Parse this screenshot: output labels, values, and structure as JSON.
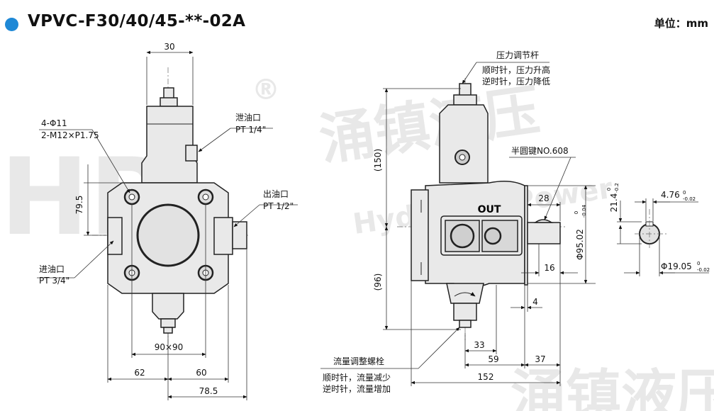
{
  "header": {
    "title": "VPVC-F30/40/45-**-02A",
    "unit": "单位：mm"
  },
  "watermark": {
    "cn": "涌镇液压",
    "en": "Hydraulic Power",
    "registered": "®"
  },
  "front_view": {
    "dims": {
      "top_width": "30",
      "height_79_5": "79.5",
      "bolt_square": "90×90",
      "left_62": "62",
      "right_60": "60",
      "right_78_5": "78.5"
    },
    "labels": {
      "holes_line1": "4-Φ11",
      "holes_line2": "2-M12×P1.75",
      "drain_name": "泄油口",
      "drain_size": "PT 1/4\"",
      "outlet_name": "出油口",
      "outlet_size": "PT 1/2\"",
      "inlet_name": "进油口",
      "inlet_size": "PT 3/4\""
    }
  },
  "side_view": {
    "out_label": "OUT",
    "dims": {
      "h150": "(150)",
      "h96": "(96)",
      "d28": "28",
      "d16": "16",
      "d4": "4",
      "d33": "33",
      "d59": "59",
      "d37": "37",
      "d152": "152",
      "phi95": "Φ95.02",
      "phi95_tol": "-0.04",
      "phi95_tol_upper": "0"
    },
    "labels": {
      "pressure_name": "压力调节杆",
      "pressure_cw": "顺时针，压力升高",
      "pressure_ccw": "逆时针，压力降低",
      "key_name": "半圆键NO.608",
      "flow_name": "流量调整螺栓",
      "flow_cw": "顺时针，流量减少",
      "flow_ccw": "逆时针，流量增加"
    }
  },
  "shaft_detail": {
    "d21_4": "21.4",
    "d21_4_tol": "-0.2",
    "d21_4_tol_upper": "0",
    "d4_76": "4.76",
    "d4_76_tol": "-0.02",
    "d4_76_tol_upper": "0",
    "phi19_05": "Φ19.05",
    "phi19_05_tol": "-0.02",
    "phi19_05_tol_upper": "0"
  }
}
